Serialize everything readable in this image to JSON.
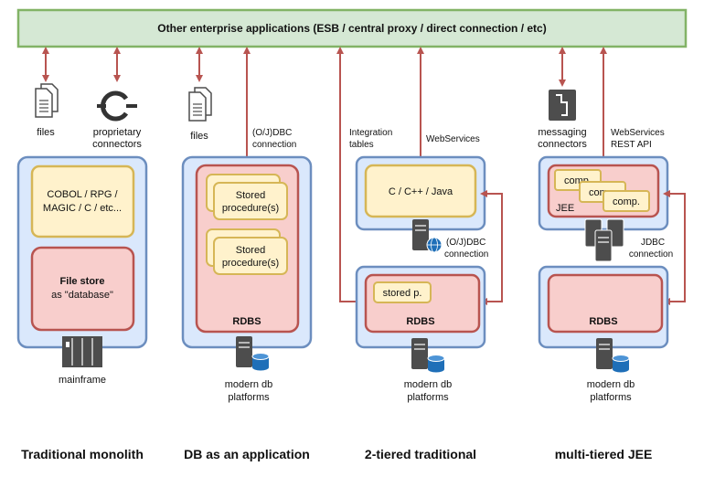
{
  "top_bar": {
    "label": "Other enterprise applications (ESB / central proxy / direct connection / etc)"
  },
  "colors": {
    "green_fill": "#d5e8d4",
    "green_stroke": "#82b366",
    "blue_fill": "#dae8fc",
    "blue_stroke": "#6c8ebf",
    "yellow_fill": "#fff2cc",
    "yellow_stroke": "#d6b656",
    "red_fill": "#f8cecc",
    "red_stroke": "#b85450",
    "arrow": "#b85450",
    "icon": "#4d4d4d",
    "db_icon": "#1f6fb8"
  },
  "monolith": {
    "files_label": "files",
    "connectors_label_1": "proprietary",
    "connectors_label_2": "connectors",
    "languages_1": "COBOL / RPG /",
    "languages_2": "MAGIC / C / etc...",
    "filestore_1": "File store",
    "filestore_2": "as \"database\"",
    "server_label": "mainframe",
    "title": "Traditional monolith"
  },
  "db_app": {
    "files_label": "files",
    "conn_1": "(O/J)DBC",
    "conn_2": "connection",
    "sp_1": "Stored",
    "sp_2": "procedure(s)",
    "rdbs": "RDBS",
    "platform_1": "modern db",
    "platform_2": "platforms",
    "title": "DB as an application"
  },
  "two_tier": {
    "integration_1": "Integration",
    "integration_2": "tables",
    "webservices": "WebServices",
    "languages": "C / C++ / Java",
    "conn_1": "(O/J)DBC",
    "conn_2": "connection",
    "stored": "stored p.",
    "rdbs": "RDBS",
    "platform_1": "modern db",
    "platform_2": "platforms",
    "title": "2-tiered traditional"
  },
  "jee": {
    "messaging_1": "messaging",
    "messaging_2": "connectors",
    "ws_1": "WebServices",
    "ws_2": "REST API",
    "comp": "comp.",
    "jee_label": "JEE",
    "jdbc_1": "JDBC",
    "jdbc_2": "connection",
    "rdbs": "RDBS",
    "platform_1": "modern db",
    "platform_2": "platforms",
    "title": "multi-tiered JEE"
  }
}
